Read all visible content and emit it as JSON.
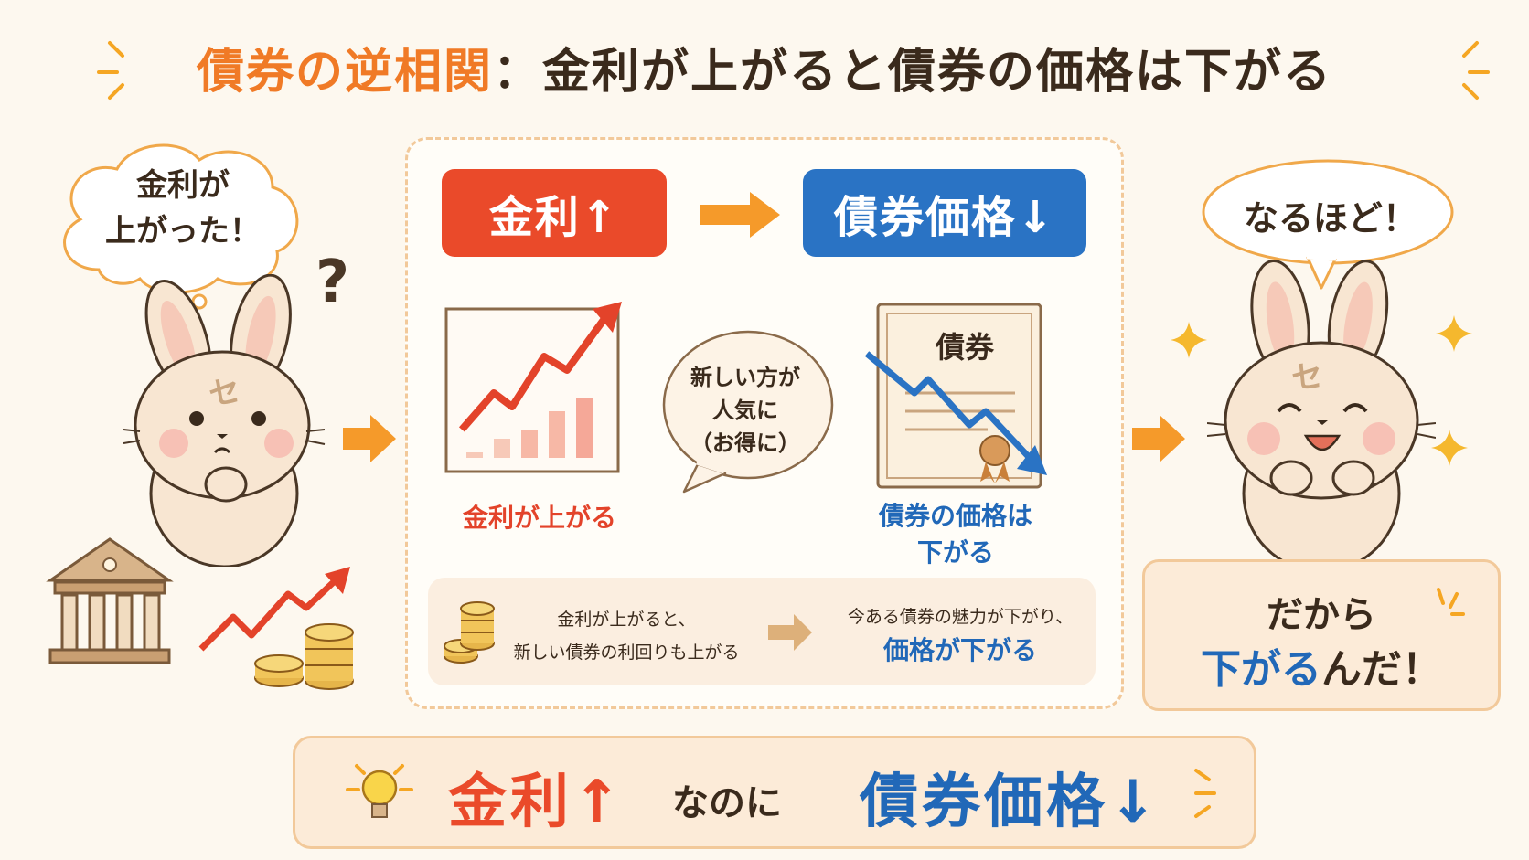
{
  "title": {
    "part1": "債券の逆相関",
    "separator": "：",
    "part2": "金利が上がると債券の価格は下がる"
  },
  "left_bunny": {
    "thought_line1": "金利が",
    "thought_line2": "上がった！",
    "question_mark": "?",
    "head_mark": "セ"
  },
  "center": {
    "badge_rate": "金利↑",
    "badge_bond": "債券価格↓",
    "bubble_line1": "新しい方が",
    "bubble_line2": "人気に",
    "bubble_line3": "（お得に）",
    "rate_caption": "金利が上がる",
    "certificate_title": "債券",
    "bond_caption_line1": "債券の価格は",
    "bond_caption_line2": "下がる"
  },
  "summary": {
    "left_line1": "金利が上がると、",
    "left_line2": "新しい債券の利回りも上がる",
    "right_line1": "今ある債券の魅力が下がり、",
    "right_line2": "価格が下がる"
  },
  "right_bunny": {
    "speech": "なるほど！",
    "head_mark": "セ",
    "box_line1": "だから",
    "box_line2_blue": "下がる",
    "box_line2_rest": "んだ！"
  },
  "bottom": {
    "rate": "金利↑",
    "middle": "なのに",
    "bond": "債券価格↓"
  },
  "colors": {
    "red": "#ea4a2a",
    "blue": "#2a73c4",
    "orange": "#f5a623",
    "text": "#3a2a1c",
    "background": "#fdf8ef"
  }
}
